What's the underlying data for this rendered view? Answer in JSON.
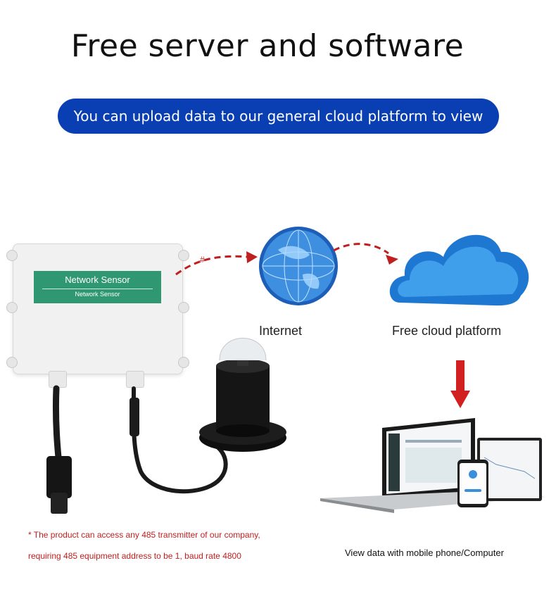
{
  "header": {
    "title": "Free server and software",
    "banner": "You can upload data to our general cloud platform to view data"
  },
  "device": {
    "label_main": "Network Sensor",
    "label_sub": "Network Sensor",
    "mark": "#"
  },
  "flow": {
    "internet_label": "Internet",
    "cloud_label": "Free cloud platform",
    "view_label": "View data with mobile phone/Computer"
  },
  "notes": {
    "line1": "* The product can access any 485 transmitter of our company,",
    "line2": "requiring 485 equipment address to be 1, baud rate 4800"
  },
  "colors": {
    "banner": "#0a3fb3",
    "label_panel": "#2f9772",
    "arrow": "#c01f1f",
    "cloud": "#2a8ee0"
  },
  "icons": [
    "globe-icon",
    "cloud-icon",
    "down-arrow-icon",
    "laptop-icon",
    "phone-icon",
    "radiation-sensor-icon"
  ]
}
